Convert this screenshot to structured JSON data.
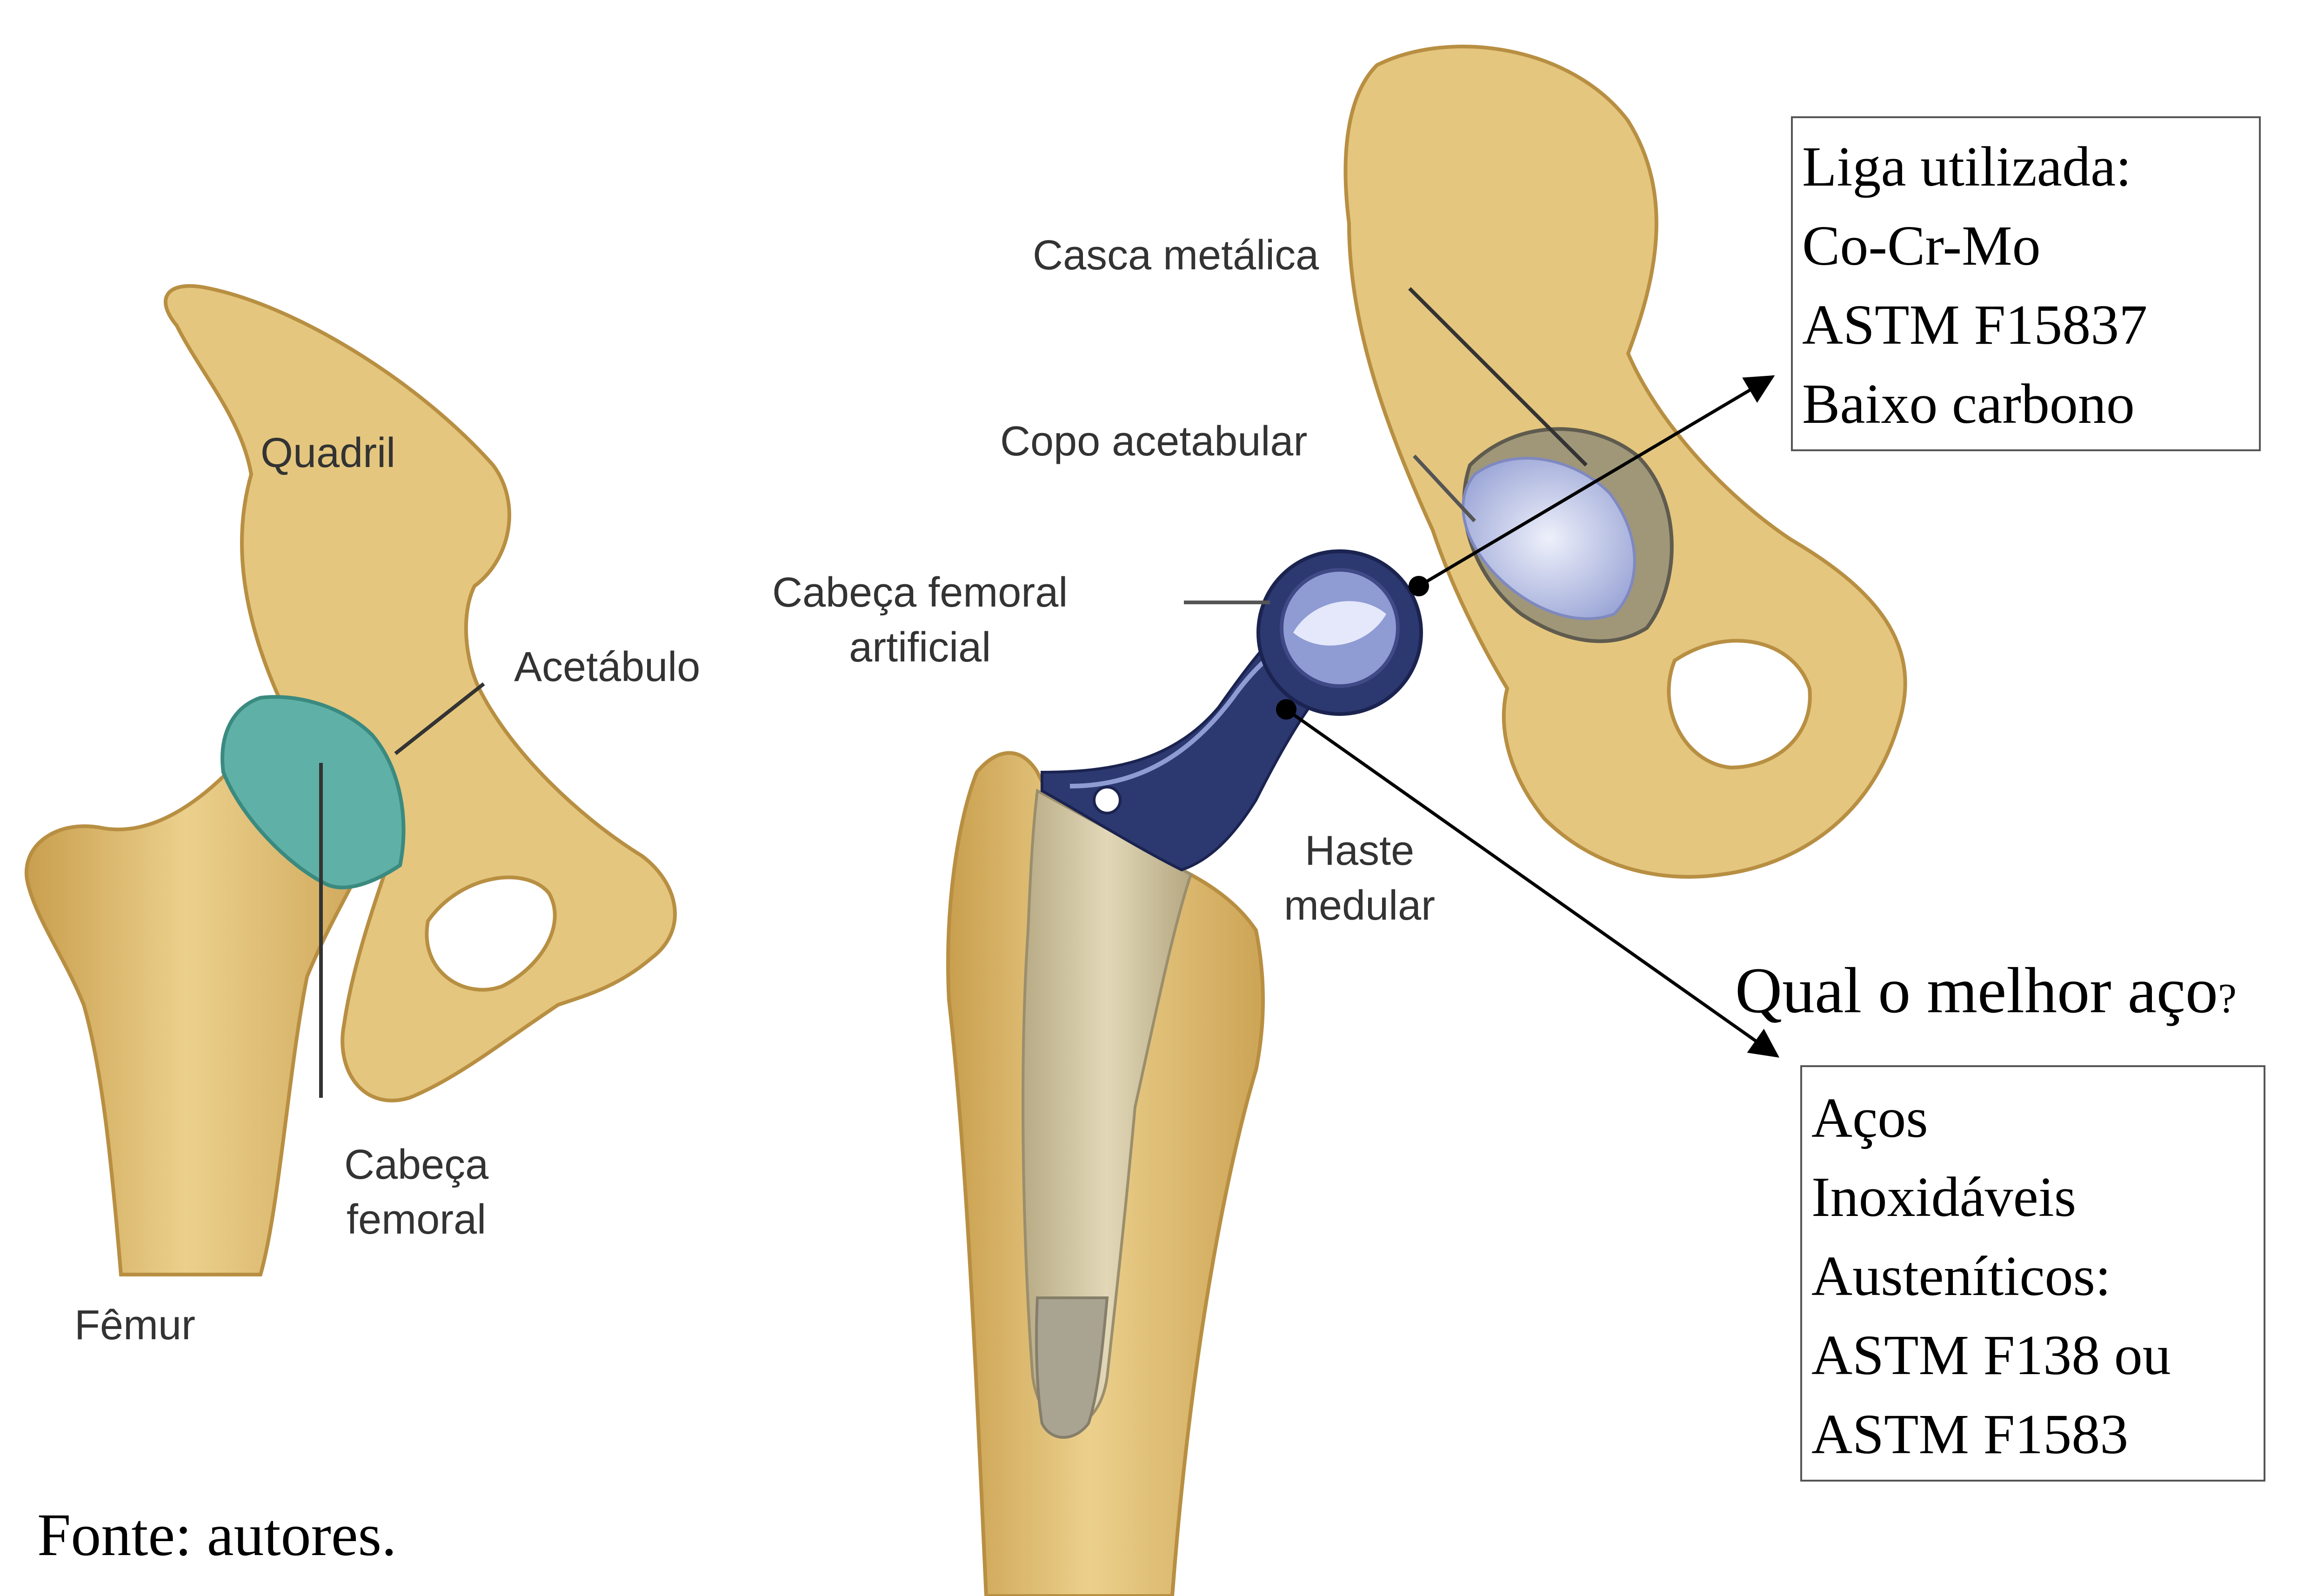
{
  "labels": {
    "quadril": "Quadril",
    "acetabulo": "Acetábulo",
    "cabeca_femoral": [
      "Cabeça",
      "femoral"
    ],
    "femur": "Fêmur",
    "casca_metalica": "Casca metálica",
    "copo_acetabular": "Copo acetabular",
    "cabeca_femoral_artificial": [
      "Cabeça femoral",
      "artificial"
    ],
    "haste_medular": [
      "Haste",
      "medular"
    ]
  },
  "alloy_box": {
    "lines": [
      "Liga utilizada:",
      "Co-Cr-Mo",
      "ASTM F15837",
      "Baixo carbono"
    ]
  },
  "question": {
    "text": "Qual o melhor aço",
    "mark": "?"
  },
  "steel_box": {
    "lines": [
      "Aços",
      "Inoxidáveis",
      "Austeníticos:",
      "ASTM F138 ou",
      "ASTM F1583"
    ]
  },
  "source": "Fonte: autores.",
  "colors": {
    "bone": "#e4c67e",
    "bone_shade": "#c79e4c",
    "cartilage": "#5fb0a6",
    "implant_dark": "#2c3870",
    "implant_light": "#aeb8e2",
    "text": "#333333",
    "arrow": "#000000"
  }
}
